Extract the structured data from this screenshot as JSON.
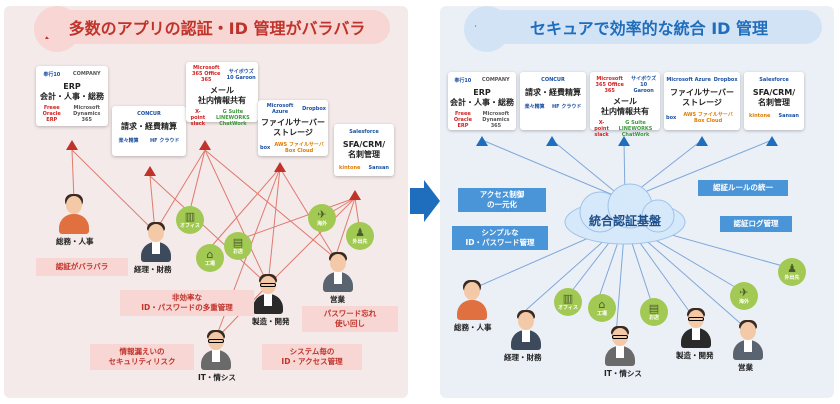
{
  "left": {
    "title": "多数のアプリの認証・ID 管理がバラバラ",
    "cards": [
      {
        "logos": [
          "奉行10",
          "COMPANY"
        ],
        "title": "ERP\n会計・人事・総務",
        "footer": [
          "Freee Oracle ERP",
          "Microsoft Dynamics 365"
        ]
      },
      {
        "logos": [
          "CONCUR"
        ],
        "title": "請求・経費精算",
        "footer": [
          "楽々精算",
          "HF クラウド"
        ]
      },
      {
        "logos": [
          "Microsoft 365 Office 365",
          "サイボウズ 10 Garoon"
        ],
        "title": "メール\n社内情報共有",
        "footer": [
          "X-point slack",
          "G Suite LINEWORKS ChatWork"
        ]
      },
      {
        "logos": [
          "Microsoft Azure",
          "Dropbox"
        ],
        "title": "ファイルサーバー\nストレージ",
        "footer": [
          "box",
          "AWS ファイルサーバ Box Cloud"
        ]
      },
      {
        "logos": [
          "Salesforce"
        ],
        "title": "SFA/CRM/\n名刺管理",
        "footer": [
          "kintone",
          "Sansan"
        ]
      }
    ],
    "people": [
      {
        "label": "総務・人事"
      },
      {
        "label": "経理・財務"
      },
      {
        "label": "製造・開発"
      },
      {
        "label": "営業"
      },
      {
        "label": "IT・情シス"
      }
    ],
    "locations": [
      {
        "label": "オフィス"
      },
      {
        "label": "工場"
      },
      {
        "label": "お店"
      },
      {
        "label": "海外"
      },
      {
        "label": "外出先"
      }
    ],
    "problems": [
      "認証がバラバラ",
      "非効率な\nID・パスワードの多重管理",
      "パスワード忘れ\n使い回し",
      "情報漏えいの\nセキュリティリスク",
      "システム毎の\nID・アクセス管理"
    ]
  },
  "right": {
    "title": "セキュアで効率的な統合 ID 管理",
    "cards": [
      {
        "logos": [
          "奉行10",
          "COMPANY"
        ],
        "title": "ERP\n会計・人事・総務",
        "footer": [
          "Freee Oracle ERP",
          "Microsoft Dynamics 365"
        ]
      },
      {
        "logos": [
          "CONCUR"
        ],
        "title": "請求・経費精算",
        "footer": [
          "楽々精算",
          "HF クラウド"
        ]
      },
      {
        "logos": [
          "Microsoft 365 Office 365",
          "サイボウズ 10 Garoon"
        ],
        "title": "メール\n社内情報共有",
        "footer": [
          "X-point slack",
          "G Suite LINEWORKS ChatWork"
        ]
      },
      {
        "logos": [
          "Microsoft Azure",
          "Dropbox"
        ],
        "title": "ファイルサーバー\nストレージ",
        "footer": [
          "box",
          "AWS ファイルサーバ Box Cloud"
        ]
      },
      {
        "logos": [
          "Salesforce"
        ],
        "title": "SFA/CRM/\n名刺管理",
        "footer": [
          "kintone",
          "Sansan"
        ]
      }
    ],
    "cloud_label": "統合認証基盤",
    "benefits": [
      "アクセス制御\nの一元化",
      "シンプルな\nID・パスワード管理",
      "認証ルールの統一",
      "認証ログ管理"
    ],
    "people": [
      {
        "label": "総務・人事"
      },
      {
        "label": "経理・財務"
      },
      {
        "label": "IT・情シス"
      },
      {
        "label": "製造・開発"
      },
      {
        "label": "営業"
      }
    ],
    "locations": [
      {
        "label": "オフィス"
      },
      {
        "label": "工場"
      },
      {
        "label": "お店"
      },
      {
        "label": "海外"
      },
      {
        "label": "外出先"
      }
    ]
  },
  "colors": {
    "problem": "#c0332b",
    "solution": "#1f6dbd",
    "cloud": "#d6e9fa"
  }
}
